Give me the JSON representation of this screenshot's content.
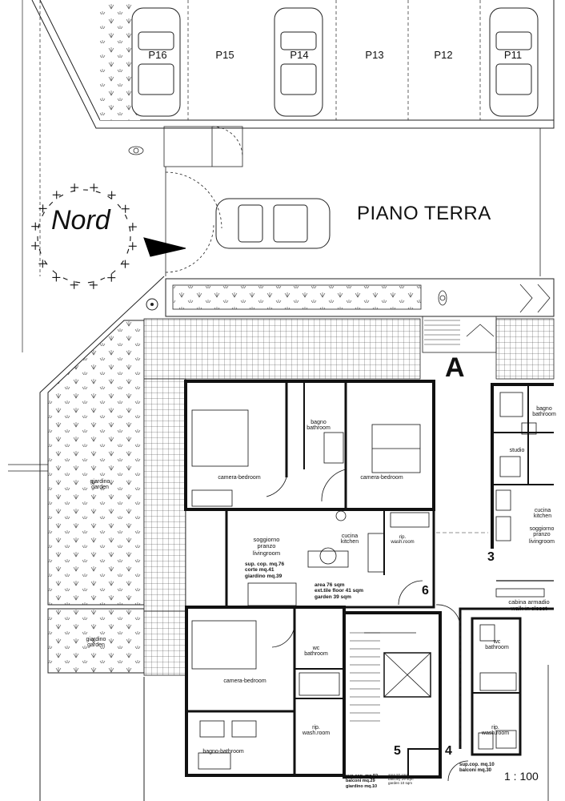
{
  "title": "PIANO TERRA",
  "north_label": "Nord",
  "core_label": "A",
  "scale": "1 : 100",
  "parking": [
    "P16",
    "P15",
    "P14",
    "P13",
    "P12",
    "P11"
  ],
  "unit_numbers": {
    "u3": "3",
    "u4": "4",
    "u5": "5",
    "u6": "6"
  },
  "rooms": {
    "bagno_1": {
      "it": "bagno",
      "en": "bathroom"
    },
    "camera_1": "camera-bedroom",
    "camera_2": "camera-bedroom",
    "giardino_1": {
      "it": "giardino",
      "en": "garden"
    },
    "soggiorno_1": {
      "it": "soggiorno",
      "it2": "pranzo",
      "en": "livingroom"
    },
    "cucina_1": {
      "it": "cucina",
      "en": "kitchen"
    },
    "rip_1": {
      "it": "rip.",
      "en": "wash.room"
    },
    "giardino_2": {
      "it": "giardino",
      "en": "garden"
    },
    "camera_3": "camera-bedroom",
    "wc_1": {
      "it": "wc",
      "en": "bathroom"
    },
    "rip_2": {
      "it": "rip.",
      "en": "wash.room"
    },
    "bagno_2": "bagno-bathroom",
    "bagno_3": {
      "it": "bagno",
      "en": "bathroom"
    },
    "studio": "studio",
    "cucina_2": {
      "it": "cucina",
      "en": "kitchen"
    },
    "soggiorno_2": {
      "it": "soggiorno",
      "it2": "pranzo",
      "en": "livingroom"
    },
    "cabina": {
      "it": "cabina armadio",
      "en": "walk-in closet"
    },
    "wc_2": {
      "it": "wc",
      "en": "bathroom"
    },
    "rip_3": {
      "it": "rip.",
      "en": "wash.room"
    }
  },
  "areas": {
    "unit6_it": [
      "sup. cop. mq.76",
      "corte mq.41",
      "giardino mq.39"
    ],
    "unit6_en": [
      "area 76 sqm",
      "ext.tile floor 41 sqm",
      "garden 39 sqm"
    ],
    "unit5": [
      "sup.cop. mq.92",
      "balconi mq.29",
      "giardino mq.10"
    ],
    "unit5_en": [
      "area 92 sqm",
      "balcony 29 sqm",
      "garden 10 sqm"
    ],
    "unit4": [
      "sup.cop. mq.10",
      "balconi mq.30"
    ]
  }
}
